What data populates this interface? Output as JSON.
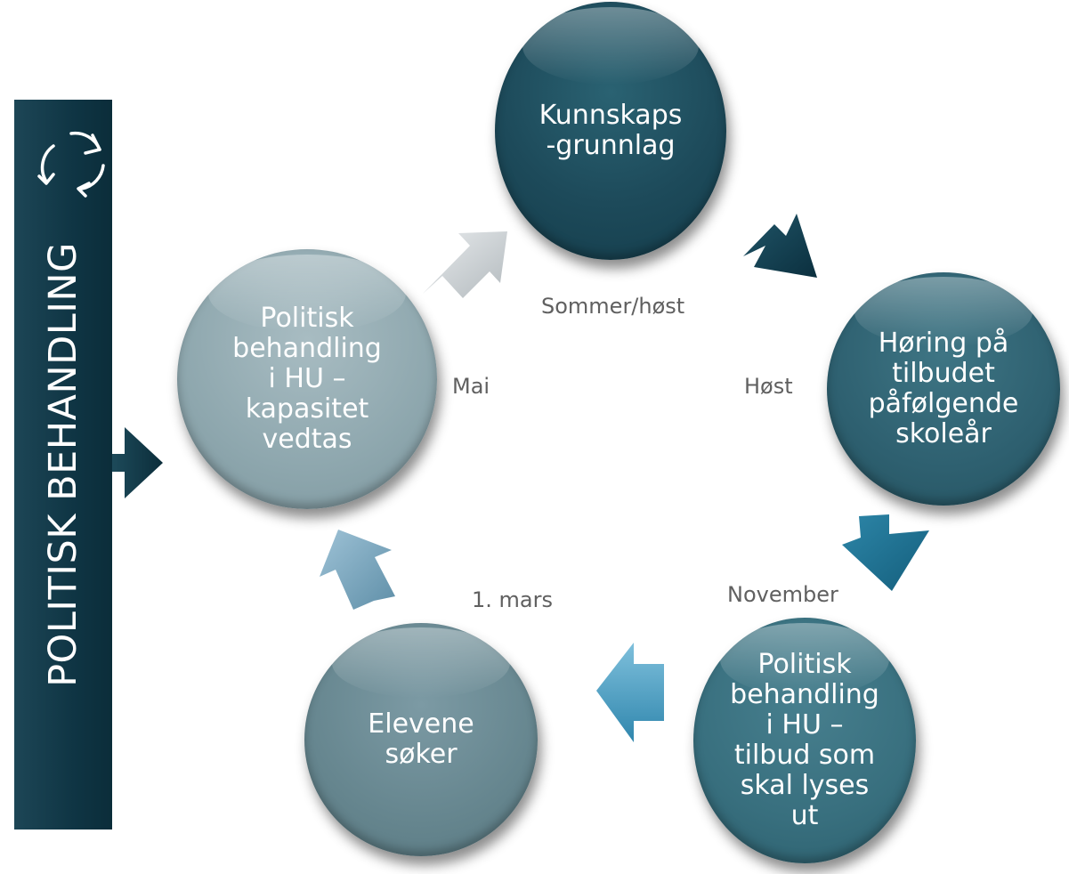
{
  "banner": {
    "label": "POLITISK BEHANDLING",
    "color": "#0f3544"
  },
  "cycle": [
    {
      "id": "kunnskap",
      "text": "Kunnskaps\n-grunnlag",
      "color": "#1d4a5a"
    },
    {
      "id": "horing",
      "text": "Høring på\ntilbudet\npåfølgende\nskoleår",
      "color": "#2e6070"
    },
    {
      "id": "politisk_hu",
      "text": "Politisk\nbehandling\ni HU –\ntilbud som\nskal lyses\nut",
      "color": "#386f7e"
    },
    {
      "id": "elevene",
      "text": "Elevene\nsøker",
      "color": "#66868f"
    },
    {
      "id": "vedtas",
      "text": "Politisk\nbehandling\ni HU –\nkapasitet\nvedtas",
      "color": "#8ea7ae"
    }
  ],
  "periods": {
    "sommer": "Sommer/høst",
    "host": "Høst",
    "november": "November",
    "mars": "1. mars",
    "mai": "Mai"
  },
  "arrow_colors": {
    "to_horing": "#0f3d4e",
    "to_politisk_hu": "#1f6f8e",
    "to_elevene": "#3d8fb2",
    "to_vedtas": "#6f9cb4",
    "to_kunnskap": "#c2c8cc"
  }
}
